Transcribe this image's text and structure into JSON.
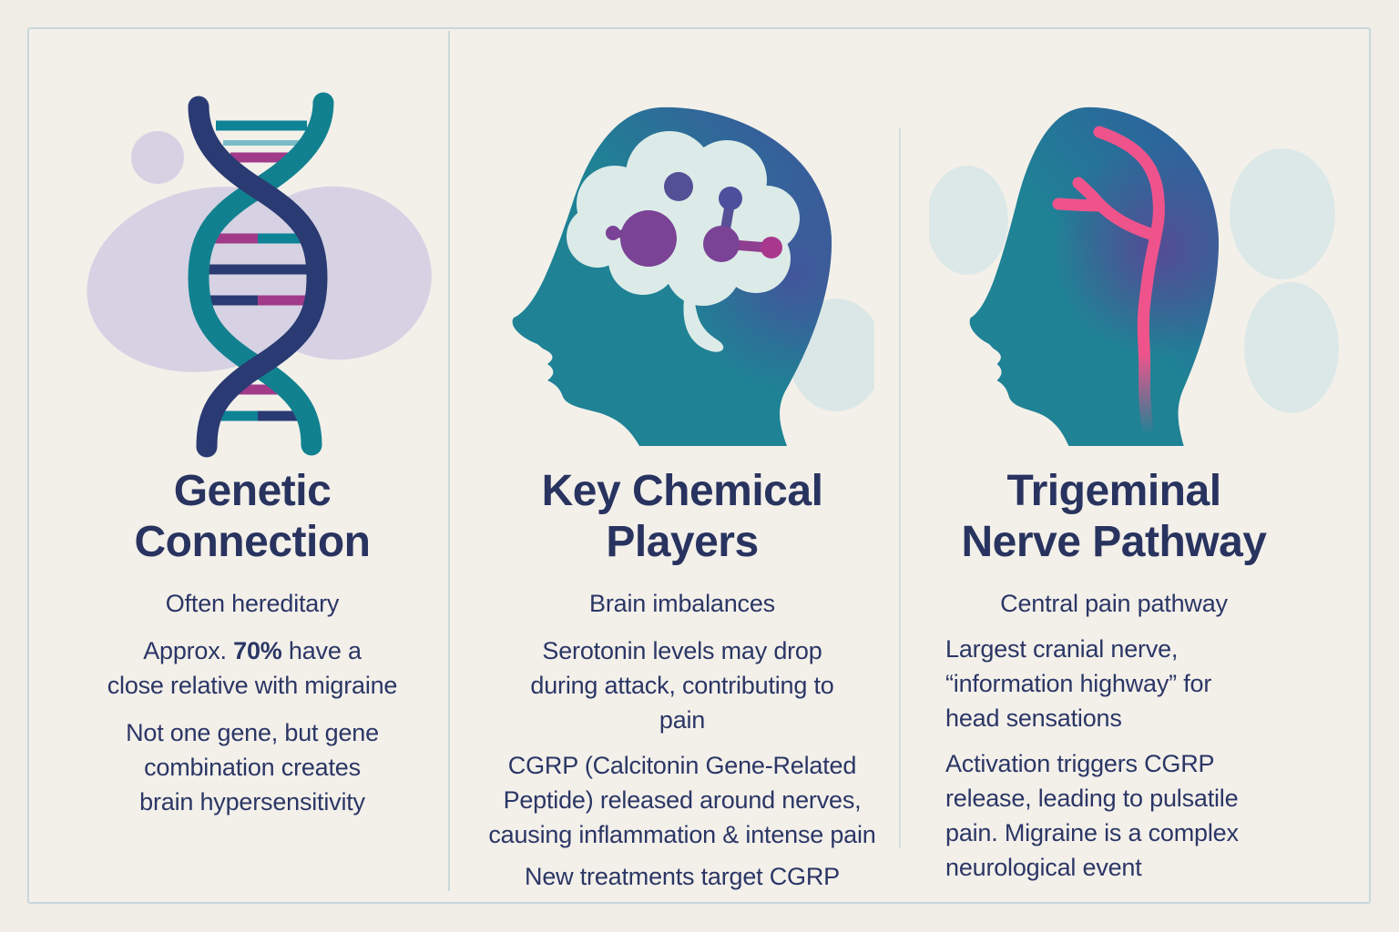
{
  "colors": {
    "background": "#f3f0ea",
    "frame_border": "#c8d7d9",
    "heading_navy": "#29335f",
    "body_navy": "#2b3665",
    "teal": "#1f8095",
    "indigo": "#3b589b",
    "dna_navy": "#2a3a72",
    "magenta": "#a03a89",
    "lavender": "#d6d2e4",
    "pale_blue": "#dbe7e6",
    "nerve_pink": "#ee548b",
    "molecule_purple": "#7a4396"
  },
  "columns": [
    {
      "id": "genetic-connection",
      "illustration": "dna-helix",
      "title_lines": [
        "Genetic",
        "Connection"
      ],
      "p1": "Often hereditary",
      "p2": {
        "pre": "Approx. ",
        "bold": "70%",
        "post": " have a",
        "line2": "close relative with migraine"
      },
      "p3_lines": [
        "Not one gene, but gene",
        "combination creates",
        "brain hypersensitivity"
      ]
    },
    {
      "id": "key-chemical-players",
      "illustration": "head-with-brain-molecules",
      "title_lines": [
        "Key Chemical",
        "Players"
      ],
      "p1": "Brain imbalances",
      "p2_lines": [
        "Serotonin levels may drop",
        "during attack, contributing to",
        "pain"
      ],
      "p3_lines": [
        "CGRP (Calcitonin Gene-Related",
        "Peptide) released around nerves,",
        "causing inflammation & intense pain"
      ],
      "p4": "New treatments target CGRP"
    },
    {
      "id": "trigeminal-nerve-pathway",
      "illustration": "head-with-nerve-pathway",
      "title_lines": [
        "Trigeminal",
        "Nerve Pathway"
      ],
      "p1": "Central pain pathway",
      "p2_lines": [
        "Largest cranial nerve,",
        "“information highway” for",
        "head sensations"
      ],
      "p3_lines": [
        "Activation triggers CGRP",
        "release, leading to pulsatile",
        "pain. Migraine is a complex",
        "neurological event"
      ]
    }
  ]
}
